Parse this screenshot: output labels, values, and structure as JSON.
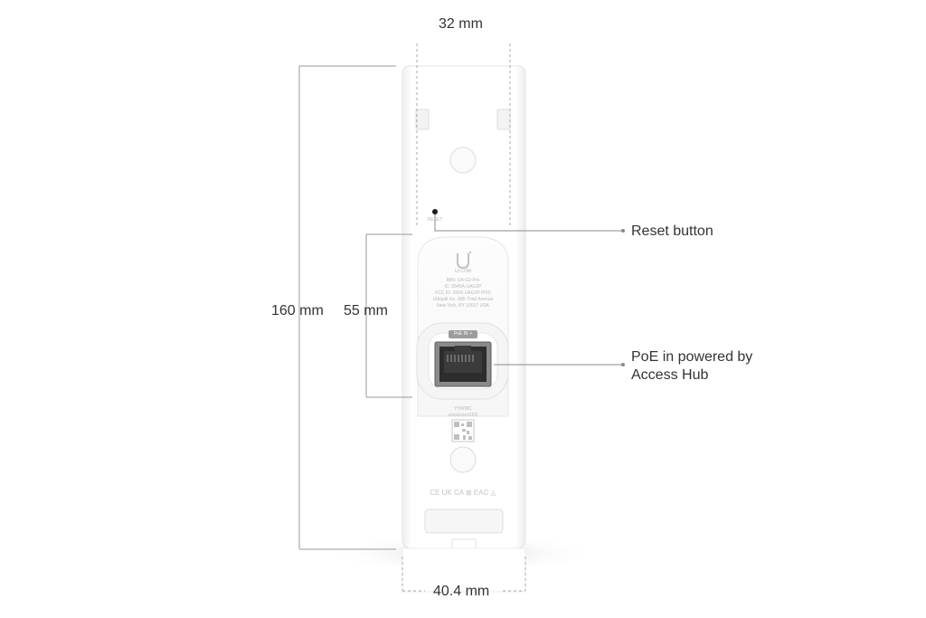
{
  "dimensions": {
    "top_width": "32 mm",
    "height_total": "160 mm",
    "height_module": "55 mm",
    "bottom_width": "40.4 mm"
  },
  "callouts": {
    "reset": "Reset button",
    "poe_line1": "PoE in powered by",
    "poe_line2": "Access Hub"
  },
  "device": {
    "reset_label": "RESET",
    "brand": "UI.COM",
    "spec_lines": [
      "M/N: UA-G2-Pro",
      "IC: 6545A-UAG2P",
      "FCC ID: SWX-UAG2P   IPX5",
      "Ubiquiti Inc. 685 Third Avenue",
      "New York, NY 10017 USA"
    ],
    "poe_badge": "PoE IN ⚡",
    "date_code": "YYWWC",
    "serial": "xxxxxxxxxXXX",
    "cert_marks": "CE  UK CA  ⊠  EAC  ◬"
  },
  "colors": {
    "device_body": "#ffffff",
    "device_edge": "#e2e2e2",
    "port_frame": "#6b6b6b",
    "leader": "#8a8a8a"
  }
}
